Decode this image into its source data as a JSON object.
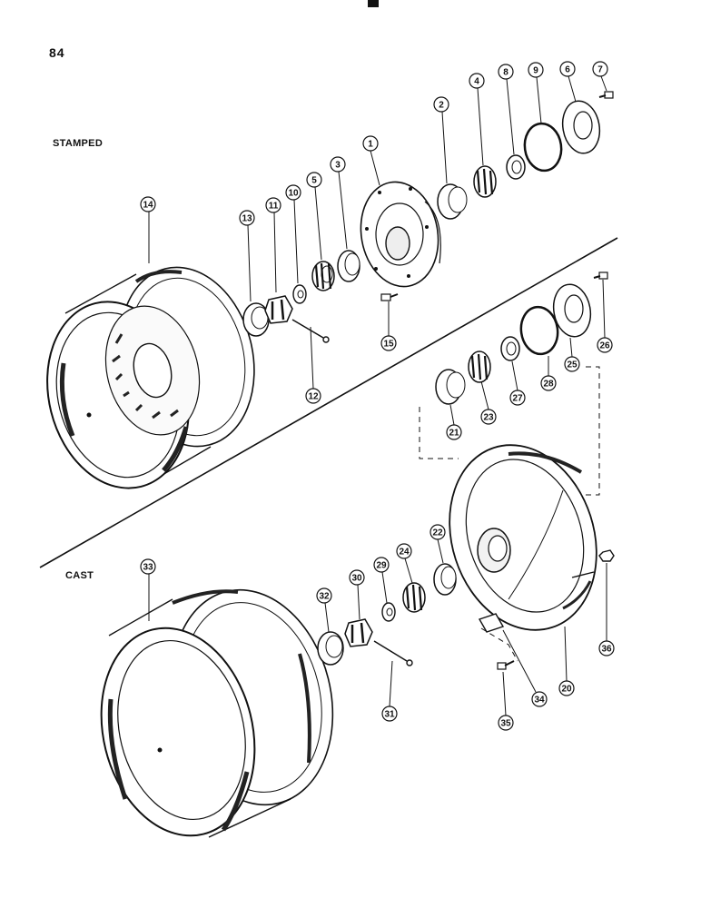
{
  "page": {
    "number": "84",
    "sections": {
      "stamped": "STAMPED",
      "cast": "CAST"
    }
  },
  "callouts": [
    {
      "id": "1",
      "part": "hub"
    },
    {
      "id": "2",
      "part": "bearing-cup"
    },
    {
      "id": "3",
      "part": "bearing-cup"
    },
    {
      "id": "4",
      "part": "bearing-cone"
    },
    {
      "id": "5",
      "part": "bearing-cone"
    },
    {
      "id": "6",
      "part": "cap"
    },
    {
      "id": "7",
      "part": "bolt"
    },
    {
      "id": "8",
      "part": "seal"
    },
    {
      "id": "9",
      "part": "o-ring"
    },
    {
      "id": "10",
      "part": "washer"
    },
    {
      "id": "11",
      "part": "nut"
    },
    {
      "id": "12",
      "part": "cotter-pin"
    },
    {
      "id": "13",
      "part": "hub-cap"
    },
    {
      "id": "14",
      "part": "wheel"
    },
    {
      "id": "15",
      "part": "bolt"
    },
    {
      "id": "20",
      "part": "wheel-center"
    },
    {
      "id": "21",
      "part": "bearing-cup"
    },
    {
      "id": "22",
      "part": "bearing-cup"
    },
    {
      "id": "23",
      "part": "bearing-cone"
    },
    {
      "id": "24",
      "part": "bearing-cone"
    },
    {
      "id": "25",
      "part": "cap"
    },
    {
      "id": "26",
      "part": "bolt"
    },
    {
      "id": "27",
      "part": "seal"
    },
    {
      "id": "28",
      "part": "o-ring"
    },
    {
      "id": "29",
      "part": "washer"
    },
    {
      "id": "30",
      "part": "nut"
    },
    {
      "id": "31",
      "part": "cotter-pin"
    },
    {
      "id": "32",
      "part": "hub-cap"
    },
    {
      "id": "33",
      "part": "rim"
    },
    {
      "id": "34",
      "part": "clamp"
    },
    {
      "id": "35",
      "part": "bolt"
    },
    {
      "id": "36",
      "part": "nut"
    }
  ]
}
